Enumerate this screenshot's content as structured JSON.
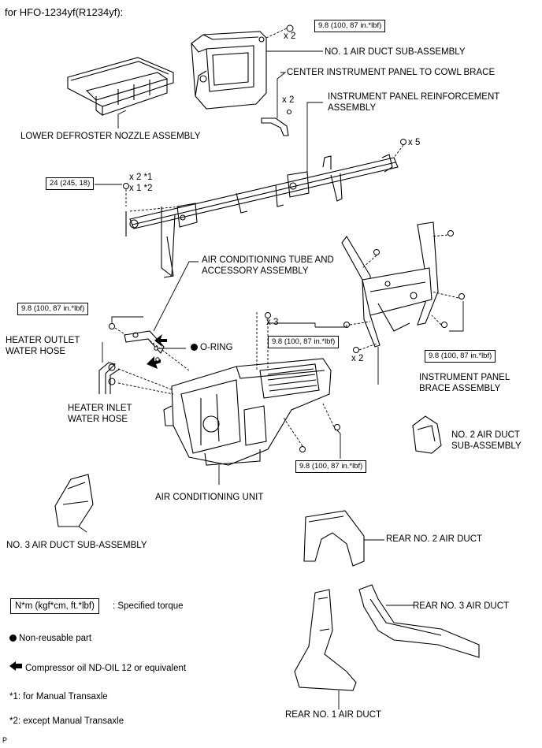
{
  "title": "for HFO-1234yf(R1234yf):",
  "torque_boxes": {
    "top": "9.8 (100, 87 in.*lbf)",
    "left_24": "24 (245, 18)",
    "left_mid": "9.8 (100, 87 in.*lbf)",
    "center": "9.8 (100, 87 in.*lbf)",
    "right": "9.8 (100, 87 in.*lbf)",
    "bottom": "9.8 (100, 87 in.*lbf)"
  },
  "quantities": {
    "q_top": "x 2",
    "q_brace": "x 2",
    "q_x5": "x 5",
    "q_x2_1": "x 2 *1",
    "q_x1_2": "x 1 *2",
    "q_x3": "x 3",
    "q_x2_right": "x 2"
  },
  "labels": {
    "no1_air_duct": "NO. 1 AIR DUCT SUB-ASSEMBLY",
    "center_brace": "CENTER INSTRUMENT PANEL TO COWL BRACE",
    "reinforcement_1": "INSTRUMENT PANEL REINFORCEMENT",
    "reinforcement_2": "ASSEMBLY",
    "lower_defroster": "LOWER DEFROSTER NOZZLE ASSEMBLY",
    "ac_tube_1": "AIR CONDITIONING TUBE AND",
    "ac_tube_2": "ACCESSORY ASSEMBLY",
    "heater_outlet_1": "HEATER OUTLET",
    "heater_outlet_2": "WATER HOSE",
    "o_ring": "O-RING",
    "heater_inlet_1": "HEATER INLET",
    "heater_inlet_2": "WATER HOSE",
    "panel_brace_1": "INSTRUMENT PANEL",
    "panel_brace_2": "BRACE ASSEMBLY",
    "no2_air_duct_1": "NO. 2 AIR DUCT",
    "no2_air_duct_2": "SUB-ASSEMBLY",
    "ac_unit": "AIR CONDITIONING UNIT",
    "no3_air_duct": "NO. 3 AIR DUCT SUB-ASSEMBLY",
    "rear_no2": "REAR NO. 2 AIR DUCT",
    "rear_no3": "REAR NO. 3 AIR DUCT",
    "rear_no1": "REAR NO. 1 AIR DUCT"
  },
  "legend": {
    "torque_unit": "N*m (kgf*cm, ft.*lbf)",
    "torque_desc": ": Specified torque",
    "non_reusable": "Non-reusable part",
    "compressor_oil": "Compressor oil ND-OIL 12 or equivalent",
    "note1": "*1: for Manual Transaxle",
    "note2": "*2: except Manual Transaxle"
  },
  "page_mark": "P"
}
